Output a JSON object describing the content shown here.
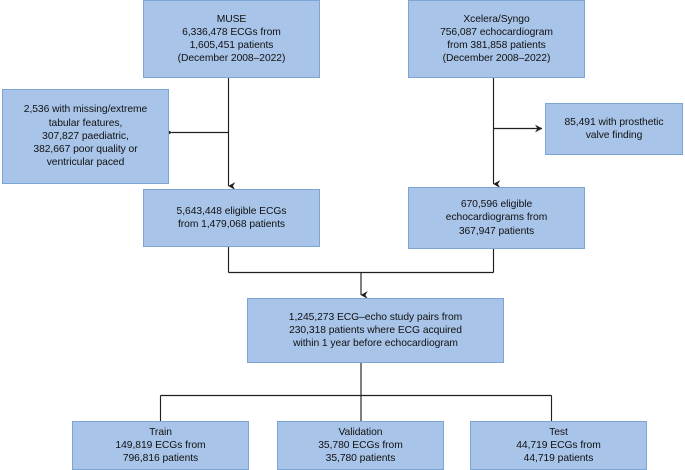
{
  "diagram": {
    "type": "flowchart",
    "title": "ECG-echocardiogram dataset cohort selection flow diagram",
    "colors": {
      "node_fill": "#a8c4e8",
      "node_border": "#7da5d4",
      "connector": "#231f20",
      "background": "#ffffff",
      "text": "#111111"
    },
    "nodes": {
      "muse": {
        "label": "MUSE\n6,336,478 ECGs from\n1,605,451 patients\n(December 2008–2022)",
        "source_name": "MUSE",
        "ecgs": "6,336,478",
        "patients": "1,605,451",
        "date_range": "December 2008–2022"
      },
      "xcelera": {
        "label": "Xcelera/Syngo\n756,087 echocardiogram\nfrom 381,858 patients\n(December 2008–2022)",
        "source_name": "Xcelera/Syngo",
        "echocardiograms": "756,087",
        "patients": "381,858",
        "date_range": "December 2008–2022"
      },
      "excluded_ecg": {
        "label": "2,536 with missing/extreme\ntabular features,\n307,827 paediatric,\n382,667 poor quality or\nventricular paced",
        "missing_extreme_tabular_features": "2,536",
        "paediatric": "307,827",
        "poor_quality_or_ventricular_paced": "382,667"
      },
      "excluded_echo": {
        "label": "85,491 with prosthetic\nvalve finding",
        "prosthetic_valve_finding": "85,491"
      },
      "eligible_ecg": {
        "label": "5,643,448 eligible ECGs\nfrom 1,479,068 patients",
        "ecgs": "5,643,448",
        "patients": "1,479,068"
      },
      "eligible_echo": {
        "label": "670,596 eligible\nechocardiograms from\n367,947 patients",
        "echocardiograms": "670,596",
        "patients": "367,947"
      },
      "pairs": {
        "label": "1,245,273 ECG–echo study pairs from\n230,318 patients where ECG acquired\nwithin 1 year before echocardiogram",
        "pairs": "1,245,273",
        "patients": "230,318",
        "criterion": "within 1 year before echocardiogram"
      },
      "train": {
        "label": "Train\n149,819 ECGs from\n796,816 patients",
        "split_name": "Train",
        "ecgs": "149,819",
        "patients": "796,816"
      },
      "validation": {
        "label": "Validation\n35,780 ECGs from\n35,780 patients",
        "split_name": "Validation",
        "ecgs": "35,780",
        "patients": "35,780"
      },
      "test": {
        "label": "Test\n44,719 ECGs from\n44,719 patients",
        "split_name": "Test",
        "ecgs": "44,719",
        "patients": "44,719"
      }
    },
    "edges": [
      {
        "from": "muse",
        "to": "eligible_ecg",
        "arrow": "down"
      },
      {
        "from": "muse",
        "to": "excluded_ecg",
        "arrow": "left"
      },
      {
        "from": "xcelera",
        "to": "eligible_echo",
        "arrow": "down"
      },
      {
        "from": "xcelera",
        "to": "excluded_echo",
        "arrow": "right"
      },
      {
        "from": "eligible_ecg",
        "to": "pairs",
        "arrow": "down"
      },
      {
        "from": "eligible_echo",
        "to": "pairs",
        "arrow": "down"
      },
      {
        "from": "pairs",
        "to": "train",
        "arrow": "none"
      },
      {
        "from": "pairs",
        "to": "validation",
        "arrow": "none"
      },
      {
        "from": "pairs",
        "to": "test",
        "arrow": "none"
      }
    ]
  }
}
